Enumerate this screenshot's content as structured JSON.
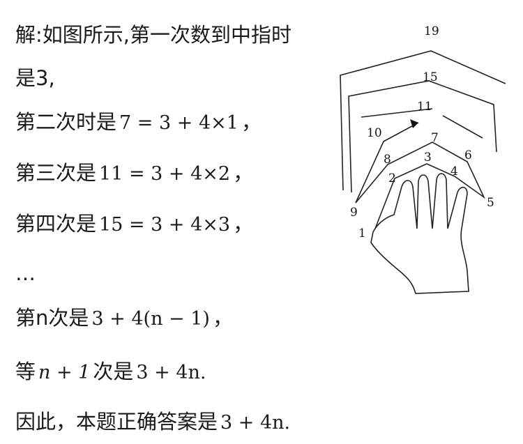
{
  "solution": {
    "line1": "解:如图所示,第一次数到中指时",
    "line2": "是3,",
    "line3_text": "第二次时是",
    "line3_math": "7 = 3 + 4×1",
    "line4_text": "第三次是",
    "line4_math": "11 = 3 + 4×2",
    "line5_text": "第四次是",
    "line5_math": "15 = 3 + 4×3",
    "comma": "，",
    "ellipsis": "…",
    "line7_text": "第n次是",
    "line7_math": "3 + 4(n − 1)",
    "line8_pre": "等",
    "line8_math1": "n + 1",
    "line8_mid": "次是",
    "line8_math2": "3 + 4n.",
    "line9_text": "因此，本题正确答案是",
    "line9_math": "3 + 4n."
  },
  "figure": {
    "labels": [
      "1",
      "2",
      "3",
      "4",
      "5",
      "6",
      "7",
      "8",
      "9",
      "10",
      "11",
      "15",
      "19"
    ]
  }
}
